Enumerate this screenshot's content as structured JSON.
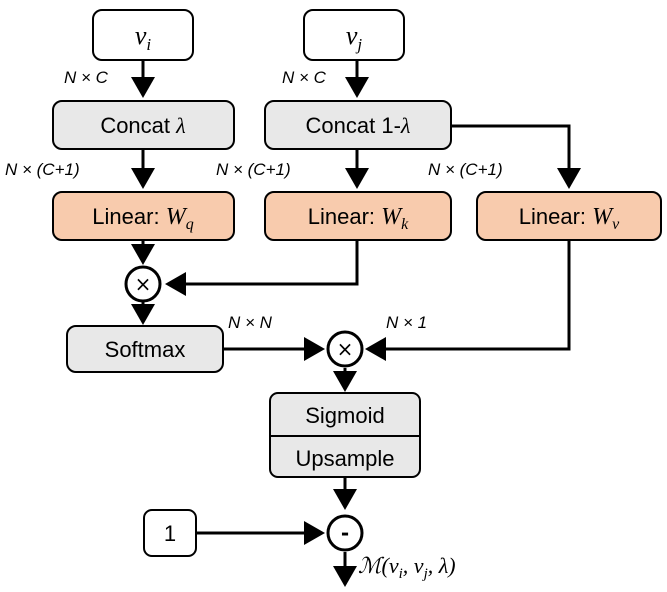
{
  "inputs": {
    "vi": {
      "base": "v",
      "sub": "i"
    },
    "vj": {
      "base": "v",
      "sub": "j"
    },
    "one": "1"
  },
  "blocks": {
    "concat_lambda": {
      "text": "Concat ",
      "symbol": "λ"
    },
    "concat_one_minus": {
      "text": "Concat 1-",
      "symbol": "λ"
    },
    "linear_q": {
      "text": "Linear: ",
      "base": "W",
      "sub": "q"
    },
    "linear_k": {
      "text": "Linear: ",
      "base": "W",
      "sub": "k"
    },
    "linear_v": {
      "text": "Linear: ",
      "base": "W",
      "sub": "v"
    },
    "softmax": "Softmax",
    "sigmoid": "Sigmoid",
    "upsample": "Upsample"
  },
  "operators": {
    "multiply": "×",
    "subtract": "-"
  },
  "dimensions": {
    "vi_dim": "N × C",
    "vj_dim": "N × C",
    "concat_l_dim": "N × (C+1)",
    "concat_k_dim": "N × (C+1)",
    "concat_v_dim": "N × (C+1)",
    "attn_dim": "N × N",
    "value_dim": "N × 1"
  },
  "output": {
    "label": "ℳ(",
    "args": [
      "v",
      "i",
      ", ",
      "v",
      "j",
      ", ",
      "λ",
      ")"
    ]
  },
  "colors": {
    "gray_fill": "#e8e8e8",
    "orange_fill": "#f8cbad",
    "stroke": "#000000"
  }
}
